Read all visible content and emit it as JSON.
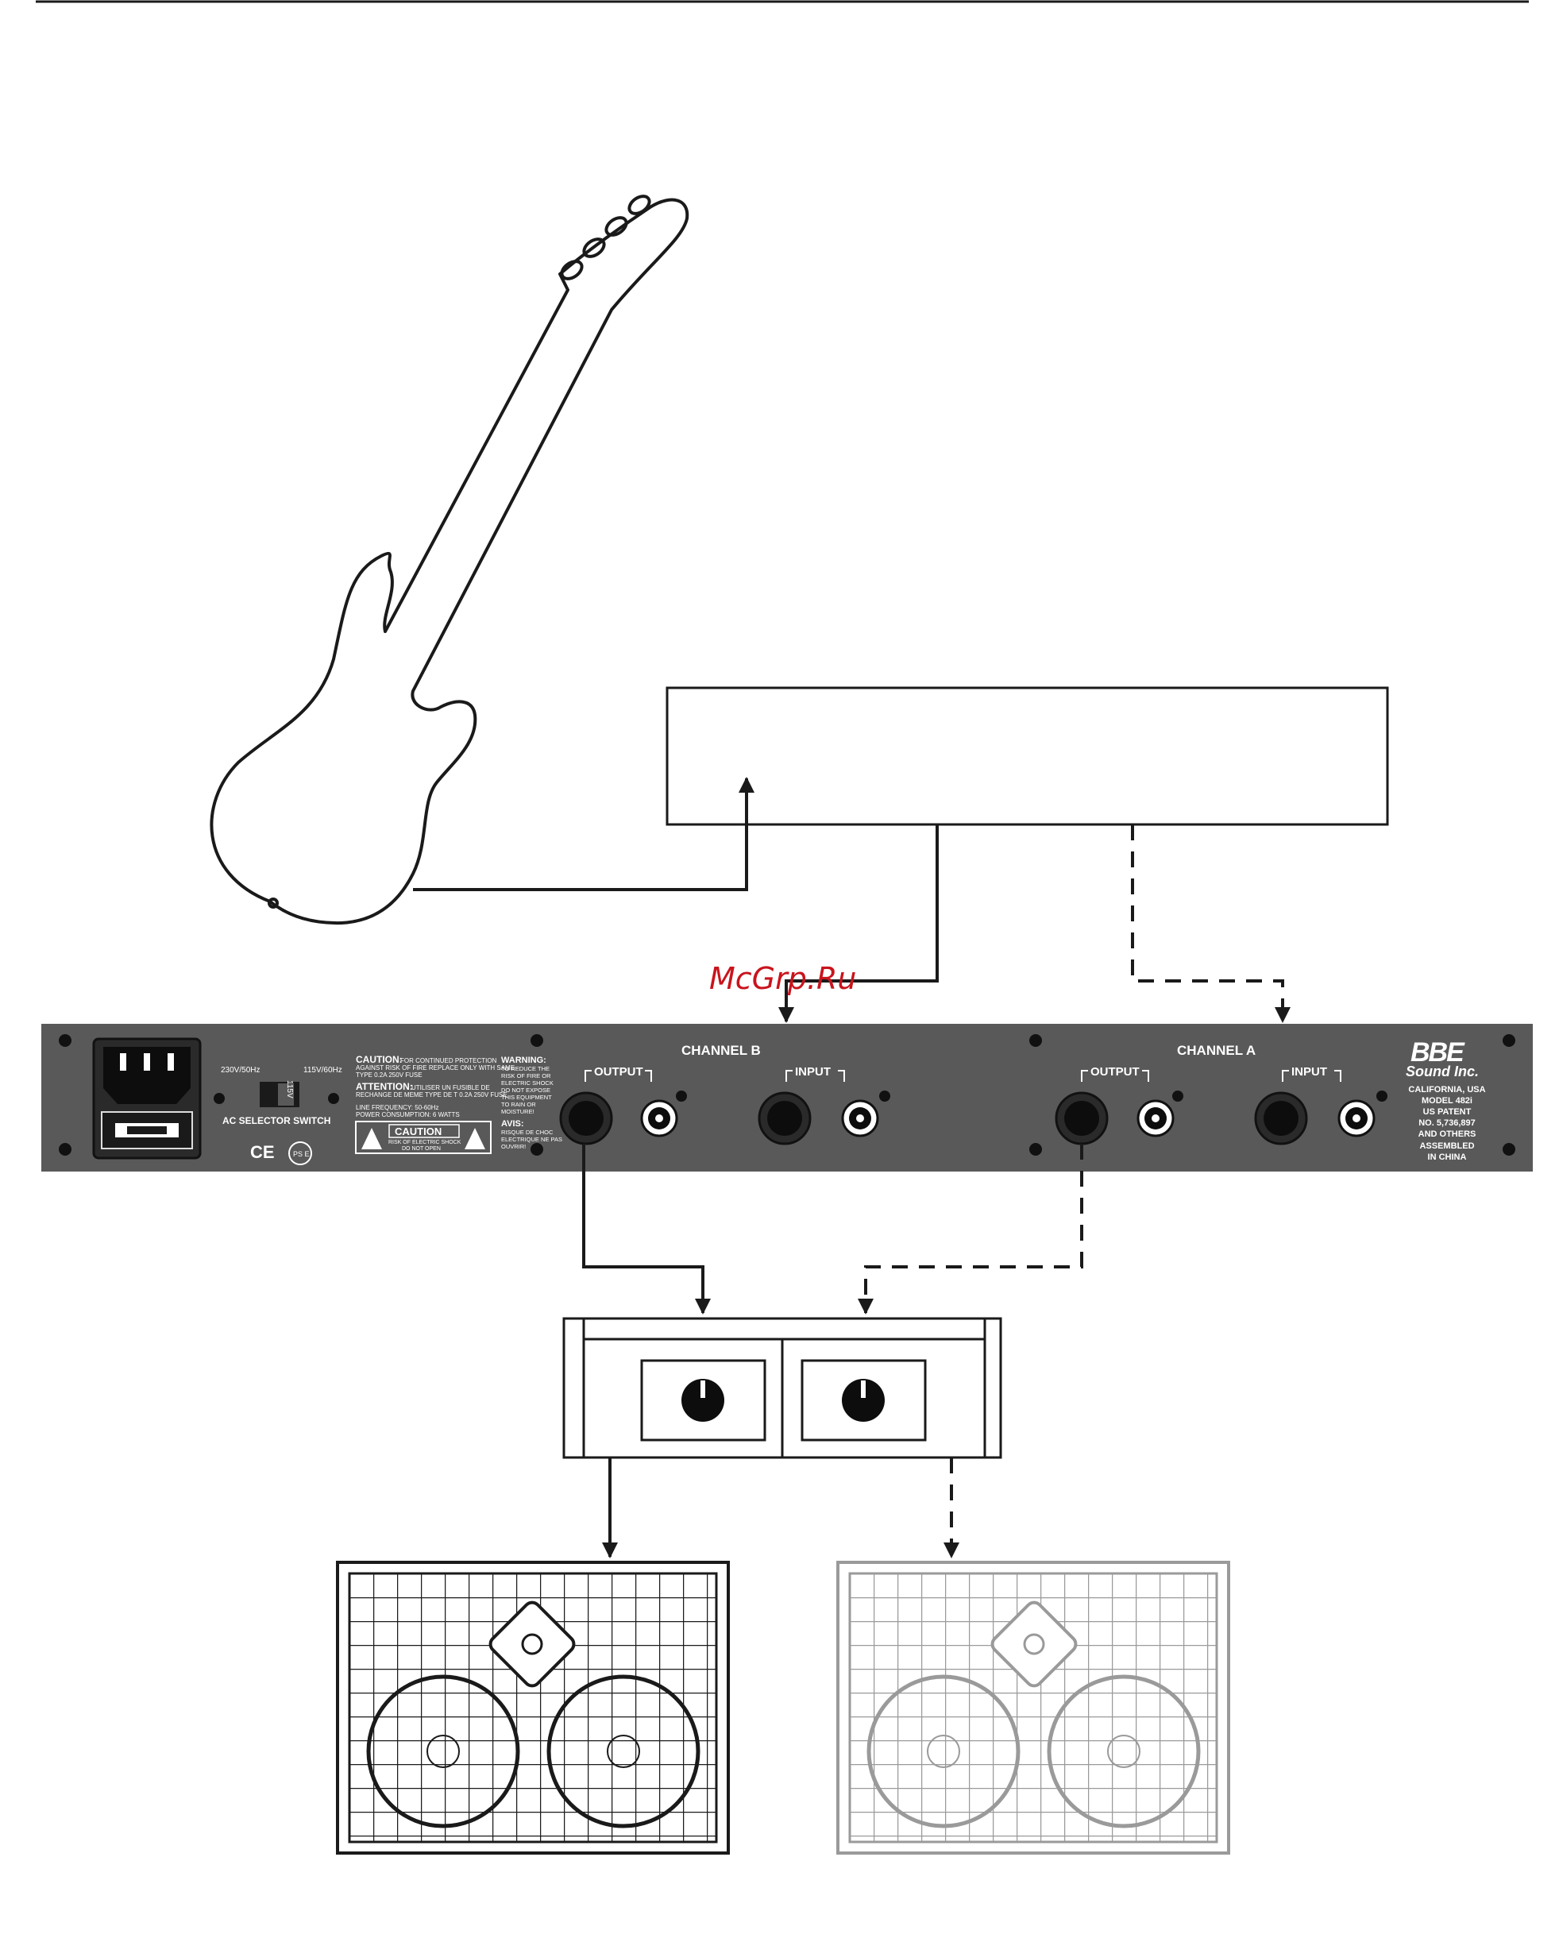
{
  "watermark": "McGrp.Ru",
  "rear_panel": {
    "channel_b_label": "CHANNEL B",
    "channel_a_label": "CHANNEL A",
    "output_label": "OUTPUT",
    "input_label": "INPUT",
    "ac": {
      "left_voltage": "230V/50Hz",
      "right_voltage": "115V/60Hz",
      "switch_setting": "115V",
      "switch_label": "AC SELECTOR SWITCH",
      "ce_mark": "CE",
      "pse_mark": "PS E"
    },
    "caution": {
      "caution_head": "CAUTION:",
      "caution_line1": "FOR CONTINUED PROTECTION",
      "caution_line2": "AGAINST RISK OF FIRE REPLACE ONLY WITH SAME",
      "caution_line3": "TYPE 0.2A 250V FUSE",
      "attention_head": "ATTENTION:",
      "attention_line1": "UTILISER UN FUSIBLE DE",
      "attention_line2": "RECHANGE DE MEME TYPE DE T 0.2A 250V FUSE",
      "line_freq": "LINE FREQUENCY: 50-60Hz",
      "power": "POWER CONSUMPTION: 6 WATTS",
      "box_title": "CAUTION",
      "box_line1": "RISK OF ELECTRIC SHOCK",
      "box_line2": "DO NOT OPEN"
    },
    "warning": {
      "warning_head": "WARNING:",
      "warning_lines": [
        "TO REDUCE THE",
        "RISK OF FIRE OR",
        "ELECTRIC SHOCK",
        "DO NOT EXPOSE",
        "THIS EQUIPMENT",
        "TO RAIN OR",
        "MOISTURE!"
      ],
      "avis_head": "AVIS:",
      "avis_lines": [
        "RISQUE DE CHOC",
        "ELECTRIQUE NE PAS",
        "OUVRIR!"
      ]
    },
    "brand": {
      "logo": "BBE",
      "sub": "Sound Inc.",
      "lines": [
        "CALIFORNIA, USA",
        "MODEL 482i",
        "US PATENT",
        "NO. 5,736,897",
        "AND OTHERS",
        "ASSEMBLED",
        "IN CHINA"
      ]
    }
  },
  "colors": {
    "panel": "#595959",
    "line": "#1a1a1a",
    "grey_cabinet": "#9a9a9a",
    "watermark": "#c9141c"
  }
}
